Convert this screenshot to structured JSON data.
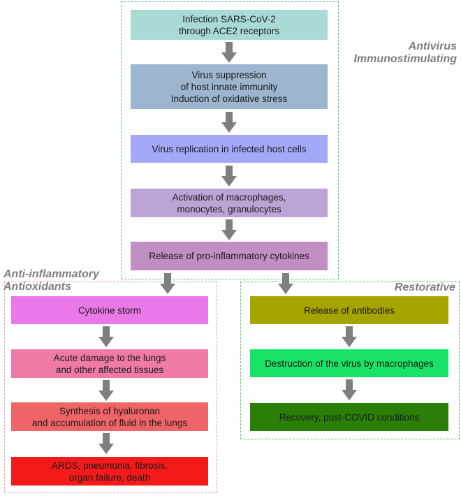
{
  "groups": {
    "antivirus_label": "Antivirus\nImmunostimulating",
    "antiinflammatory_label": "Anti-inflammatory\nAntioxidants",
    "restorative_label": "Restorative"
  },
  "colors": {
    "antivirus_border": "#4fb9c8",
    "antiinflammatory_border": "#e89aa8",
    "restorative_border": "#5ac85a",
    "arrow": "#7f7f7f",
    "label_text": "#7f7f7f"
  },
  "center": [
    {
      "text": "Infection SARS-CoV-2\nthrough ACE2 receptors",
      "color": "#a9dad6"
    },
    {
      "text": "Virus suppression\nof host innate immunity\nInduction of oxidative stress",
      "color": "#9db6cf"
    },
    {
      "text": "Virus replication in infected host cells",
      "color": "#a3a8f8"
    },
    {
      "text": "Activation of macrophages,\nmonocytes, granulocytes",
      "color": "#bca4d6"
    },
    {
      "text": "Release of pro-inflammatory cytokines",
      "color": "#c18ec4"
    }
  ],
  "left": [
    {
      "text": "Cytokine storm",
      "color": "#ea78e8"
    },
    {
      "text": "Acute damage to the lungs\nand other affected tissues",
      "color": "#ef7aa7"
    },
    {
      "text": "Synthesis of hyaluronan\nand accumulation of fluid in the lungs",
      "color": "#ef6467"
    },
    {
      "text": "ARDS, pneumonia, fibrosis,\norgan failure, death",
      "color": "#f51a1a"
    }
  ],
  "right": [
    {
      "text": "Release of antibodies",
      "color": "#a6a400"
    },
    {
      "text": "Destruction of the virus by macrophages",
      "color": "#19e366"
    },
    {
      "text": "Recovery, post-COVID conditions",
      "color": "#2b7f06"
    }
  ]
}
